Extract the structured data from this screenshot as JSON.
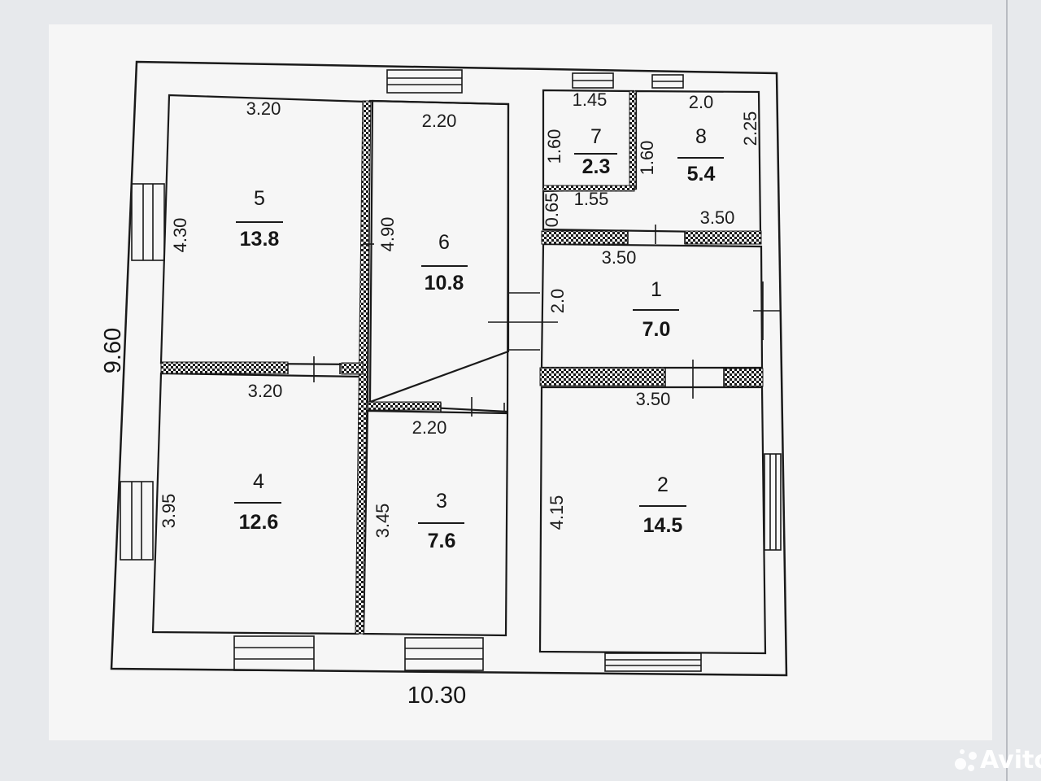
{
  "overall": {
    "width": "10.30",
    "height": "9.60"
  },
  "rooms": [
    {
      "id": "1",
      "area": "7.0"
    },
    {
      "id": "2",
      "area": "14.5"
    },
    {
      "id": "3",
      "area": "7.6"
    },
    {
      "id": "4",
      "area": "12.6"
    },
    {
      "id": "5",
      "area": "13.8"
    },
    {
      "id": "6",
      "area": "10.8"
    },
    {
      "id": "7",
      "area": "2.3"
    },
    {
      "id": "8",
      "area": "5.4"
    }
  ],
  "dims": {
    "r5_w": "3.20",
    "r5_h": "4.30",
    "r6_w": "2.20",
    "r6_h": "4.90",
    "r7_w": "1.45",
    "r7_h": "1.60",
    "r7_h2": "1.60",
    "r8_w": "2.0",
    "r8_h": "2.25",
    "hall_h": "0.65",
    "hall_w1": "1.55",
    "hall_w2": "3.50",
    "r1_w": "3.50",
    "r1_h": "2.0",
    "r4_w": "3.20",
    "r4_h": "3.95",
    "r3_w": "2.20",
    "r3_h": "3.45",
    "r2_w": "3.50",
    "r2_h": "4.15"
  },
  "watermark": {
    "text": "Avito"
  },
  "colors": {
    "background": "#e7e9ec",
    "line": "#1a1a1a",
    "paper": "#f6f6f6"
  }
}
